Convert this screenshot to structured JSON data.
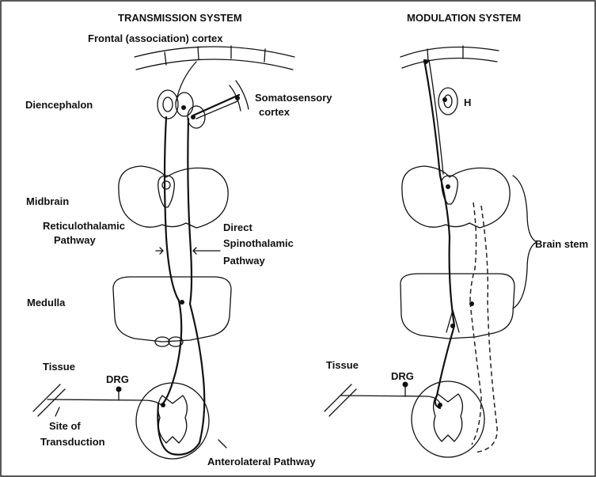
{
  "transmission": {
    "title": "TRANSMISSION SYSTEM",
    "frontal_cortex": "Frontal (association) cortex",
    "diencephalon": "Diencephalon",
    "somatosensory": [
      "Somatosensory",
      "cortex"
    ],
    "midbrain": "Midbrain",
    "reticulothalamic": [
      "Reticulothalamic",
      "Pathway"
    ],
    "direct_spinothalamic": [
      "Direct",
      "Spinothalamic",
      "Pathway"
    ],
    "medulla": "Medulla",
    "tissue": "Tissue",
    "drg": "DRG",
    "site_of_transduction": [
      "Site of",
      "Transduction"
    ],
    "anterolateral": "Anterolateral Pathway"
  },
  "modulation": {
    "title": "MODULATION SYSTEM",
    "h_label": "H",
    "brain_stem": "Brain stem",
    "tissue": "Tissue",
    "drg": "DRG"
  }
}
